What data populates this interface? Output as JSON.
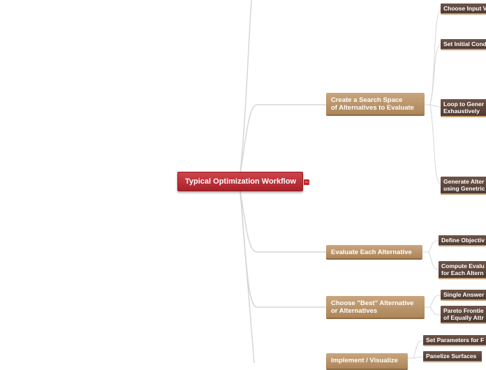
{
  "root": {
    "label": "Typical Optimization Workflow",
    "collapse_icon": "minus-icon"
  },
  "branches": [
    {
      "id": "search-space",
      "lines": [
        "Create a Search Space",
        "of Alternatives to Evaluate"
      ]
    },
    {
      "id": "evaluate",
      "lines": [
        "Evaluate Each Alternative"
      ]
    },
    {
      "id": "choose-best",
      "lines": [
        "Choose \"Best\" Alternative",
        "or Alternatives"
      ]
    },
    {
      "id": "implement",
      "lines": [
        "Implement / Visualize"
      ]
    }
  ],
  "leaves": [
    {
      "branch": "search-space",
      "lines": [
        "Choose Input V"
      ]
    },
    {
      "branch": "search-space",
      "lines": [
        "Set Initial Cond"
      ]
    },
    {
      "branch": "search-space",
      "lines": [
        "Loop to Gener",
        "Exhaustively"
      ]
    },
    {
      "branch": "search-space",
      "lines": [
        "Generate Alter",
        "using Genetric"
      ]
    },
    {
      "branch": "evaluate",
      "lines": [
        "Define Objectiv"
      ]
    },
    {
      "branch": "evaluate",
      "lines": [
        "Compute Evalu",
        "for Each Altern"
      ]
    },
    {
      "branch": "choose-best",
      "lines": [
        "Single Answer"
      ]
    },
    {
      "branch": "choose-best",
      "lines": [
        "Pareto Frontie",
        "of Equally Attr"
      ]
    },
    {
      "branch": "implement",
      "lines": [
        "Set Parameters for F"
      ]
    },
    {
      "branch": "implement",
      "lines": [
        "Panelize Surfaces"
      ]
    }
  ]
}
